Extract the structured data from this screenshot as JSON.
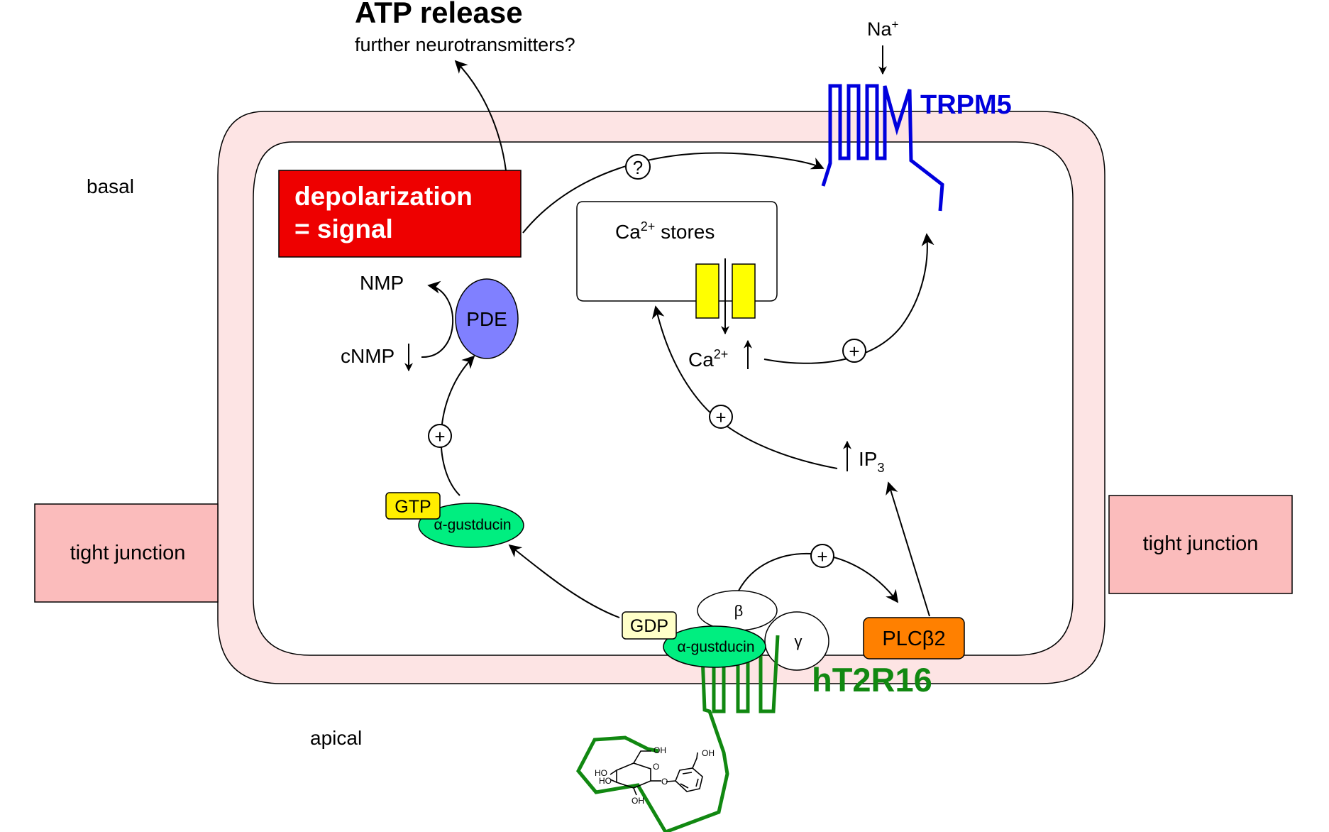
{
  "labels": {
    "atp_release": "ATP release",
    "further_neurotransmitters": "further neurotransmitters?",
    "basal": "basal",
    "apical": "apical",
    "tight_junction_left": "tight junction",
    "tight_junction_right": "tight junction",
    "depolarization_line1": "depolarization",
    "depolarization_line2": "= signal",
    "nmp": "NMP",
    "cnmp": "cNMP",
    "pde": "PDE",
    "ca_stores_prefix": "Ca",
    "ca_stores_sup": "2+",
    "ca_stores_suffix": " stores",
    "ca_prefix": "Ca",
    "ca_sup": "2+",
    "ip3_prefix": "IP",
    "ip3_sub": "3",
    "na_prefix": "Na",
    "na_sup": "+",
    "trpm5": "TRPM5",
    "hT2R16": "hT2R16",
    "gtp": "GTP",
    "gdp": "GDP",
    "alpha_gustducin_top": "α-gustducin",
    "alpha_gustducin_bottom": "α-gustducin",
    "beta": "β",
    "gamma": "γ",
    "plcb2": "PLCβ2",
    "question": "?",
    "plus": "+",
    "oh1": "OH",
    "oh2": "OH",
    "oh3": "OH",
    "ho1": "HO",
    "ho2": "HO",
    "o_ring": "O",
    "o_link": "O"
  },
  "colors": {
    "membrane": "#fde4e4",
    "tight_junction": "#fbbcbc",
    "depolarization": "#ee0000",
    "pde": "#8080ff",
    "ca_channel": "#ffff00",
    "trpm5": "#0000dd",
    "hT2R16": "#118811",
    "gtp": "#ffee00",
    "gdp": "#ffffc8",
    "gustducin": "#00ee80",
    "plcb2": "#ff8000"
  }
}
